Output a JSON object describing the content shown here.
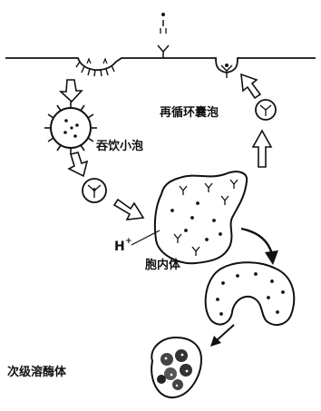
{
  "labels": {
    "pinocytic_vesicle": "吞饮小泡",
    "recycling_vesicle": "再循环囊泡",
    "endosome": "胞内体",
    "secondary_lysosome": "次级溶酶体",
    "proton": "H",
    "proton_charge": "+"
  },
  "colors": {
    "ink": "#111111",
    "background": "#ffffff"
  }
}
